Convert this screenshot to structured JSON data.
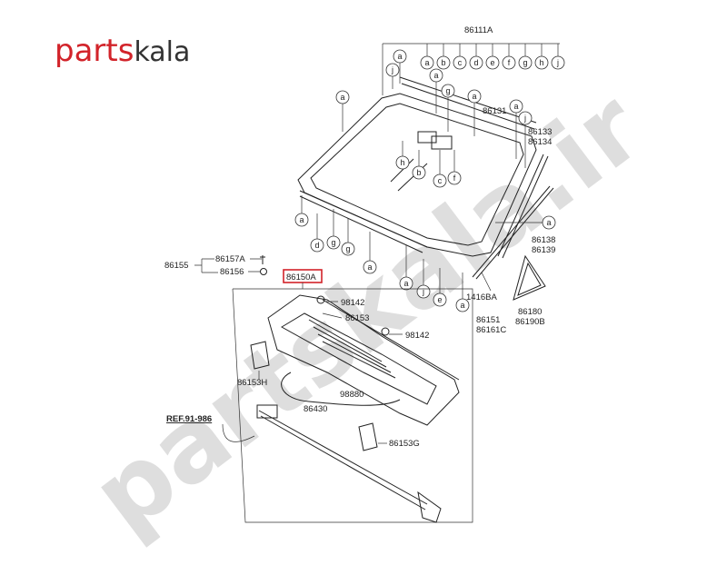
{
  "logo": {
    "parts": "parts",
    "kala": "kala",
    "parts_color": "#d2232a",
    "kala_color": "#333333"
  },
  "watermark": {
    "text": "partskala.ir",
    "color": "#cfcfcf"
  },
  "labels": {
    "l86111A": "86111A",
    "l86131": "86131",
    "l86133": "86133",
    "l86134": "86134",
    "l86138": "86138",
    "l86139": "86139",
    "l1416BA": "1416BA",
    "l86180": "86180",
    "l86190B": "86190B",
    "l86151": "86151",
    "l86161C": "86161C",
    "l86155": "86155",
    "l86157A": "86157A",
    "l86156": "86156",
    "l86150A": "86150A",
    "l98142a": "98142",
    "l98142b": "98142",
    "l86153": "86153",
    "l86153H": "86153H",
    "l98880": "98880",
    "l86430": "86430",
    "l86153G": "86153G",
    "ref": "REF.91-986"
  },
  "letters": [
    "a",
    "b",
    "c",
    "d",
    "e",
    "f",
    "g",
    "h",
    "j"
  ],
  "circles": {
    "c1": "a",
    "c2": "b",
    "c3": "c",
    "c4": "d",
    "c5": "e",
    "c6": "f",
    "c7": "g",
    "c8": "h",
    "c9": "j",
    "c10": "j",
    "c11": "a",
    "c12": "a",
    "c13": "a",
    "c14": "g",
    "c15": "a",
    "c16": "j",
    "c17": "h",
    "c18": "b",
    "c19": "c",
    "c20": "f",
    "c21": "a",
    "c22": "d",
    "c23": "g",
    "c24": "g",
    "c25": "a",
    "c26": "a",
    "c27": "a",
    "c28": "j",
    "c29": "e",
    "c30": "a",
    "c31": "a"
  },
  "highlight_color": "#d2232a"
}
